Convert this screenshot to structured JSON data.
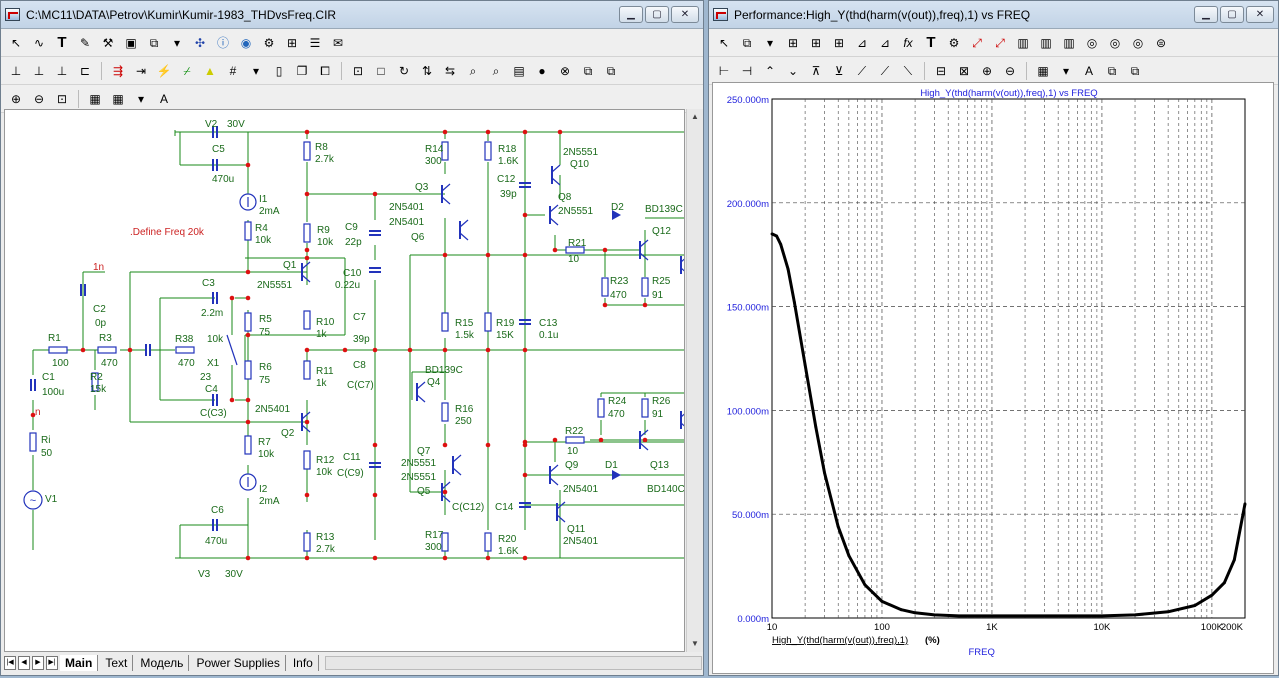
{
  "left": {
    "title": "C:\\MC11\\DATA\\Petrov\\Kumir\\Kumir-1983_THDvsFreq.CIR",
    "tabs": [
      "Main",
      "Text",
      "Модель",
      "Power Supplies",
      "Info"
    ],
    "labels": [
      "V2",
      "30V",
      "C5",
      "470u",
      "I1",
      "2mA",
      "R4",
      "10k",
      ".Define Freq 20k",
      "1n",
      "C2",
      "0p",
      "R1",
      "100",
      "R3",
      "470",
      "C1",
      "100u",
      "R2",
      "15k",
      "n",
      "Ri",
      "50",
      "V1",
      "C3",
      "2.2m",
      "R38",
      "470",
      "10k",
      "X1",
      "23",
      "C4",
      "C(C3)",
      "R8",
      "2.7k",
      "R9",
      "10k",
      "C9",
      "22p",
      "Q1",
      "2N5551",
      "R5",
      "75",
      "R6",
      "75",
      "R10",
      "1k",
      "R11",
      "1k",
      "C7",
      "39p",
      "C8",
      "C(C7)",
      "C10",
      "0.22u",
      "2N5401",
      "Q2",
      "R7",
      "10k",
      "I2",
      "2mA",
      "C6",
      "470u",
      "V3",
      "30V",
      "R12",
      "10k",
      "C11",
      "C(C9)",
      "R13",
      "2.7k",
      "R14",
      "300",
      "Q3",
      "2N5401",
      "2N5401",
      "Q6",
      "R18",
      "1.6K",
      "C12",
      "39p",
      "R15",
      "1.5k",
      "R19",
      "15K",
      "C13",
      "0.1u",
      "BD139C",
      "Q4",
      "R16",
      "250",
      "Q7",
      "2N5551",
      "2N5551",
      "Q5",
      "C(C12)",
      "C14",
      "R17",
      "300",
      "R20",
      "1.6K",
      "2N5551",
      "Q10",
      "Q8",
      "2N5551",
      "D2",
      "BD139C",
      "R21",
      "10",
      "Q12",
      "R23",
      "470",
      "R25",
      "91",
      "R24",
      "470",
      "R26",
      "91",
      "R22",
      "10",
      "Q13",
      "Q9",
      "D1",
      "2N5401",
      "BD140C",
      "Q11",
      "2N5401"
    ]
  },
  "right": {
    "title": "Performance:High_Y(thd(harm(v(out)),freq),1) vs FREQ",
    "chart_data": {
      "type": "line",
      "title": "High_Y(thd(harm(v(out)),freq),1) vs FREQ",
      "ylabel": "High_Y(thd(harm(v(out)),freq),1)",
      "yunit": "(%)",
      "xlabel": "FREQ",
      "xscale": "log",
      "xlim": [
        10,
        200000
      ],
      "ylim": [
        0,
        250
      ],
      "xticks": [
        "10",
        "100",
        "1K",
        "10K",
        "100K",
        "200K"
      ],
      "yticks": [
        "0.000m",
        "50.000m",
        "100.000m",
        "150.000m",
        "200.000m",
        "250.000m"
      ],
      "x": [
        10,
        11,
        12,
        14,
        16,
        20,
        25,
        30,
        40,
        50,
        70,
        100,
        150,
        200,
        300,
        500,
        1000,
        2000,
        5000,
        10000,
        20000,
        40000,
        70000,
        100000,
        130000,
        160000,
        200000
      ],
      "values": [
        185,
        184,
        180,
        168,
        152,
        122,
        92,
        70,
        44,
        30,
        16,
        8,
        4,
        2.5,
        1.5,
        1,
        1,
        1,
        1,
        1,
        1.5,
        3,
        6,
        11,
        17,
        28,
        55
      ]
    }
  }
}
